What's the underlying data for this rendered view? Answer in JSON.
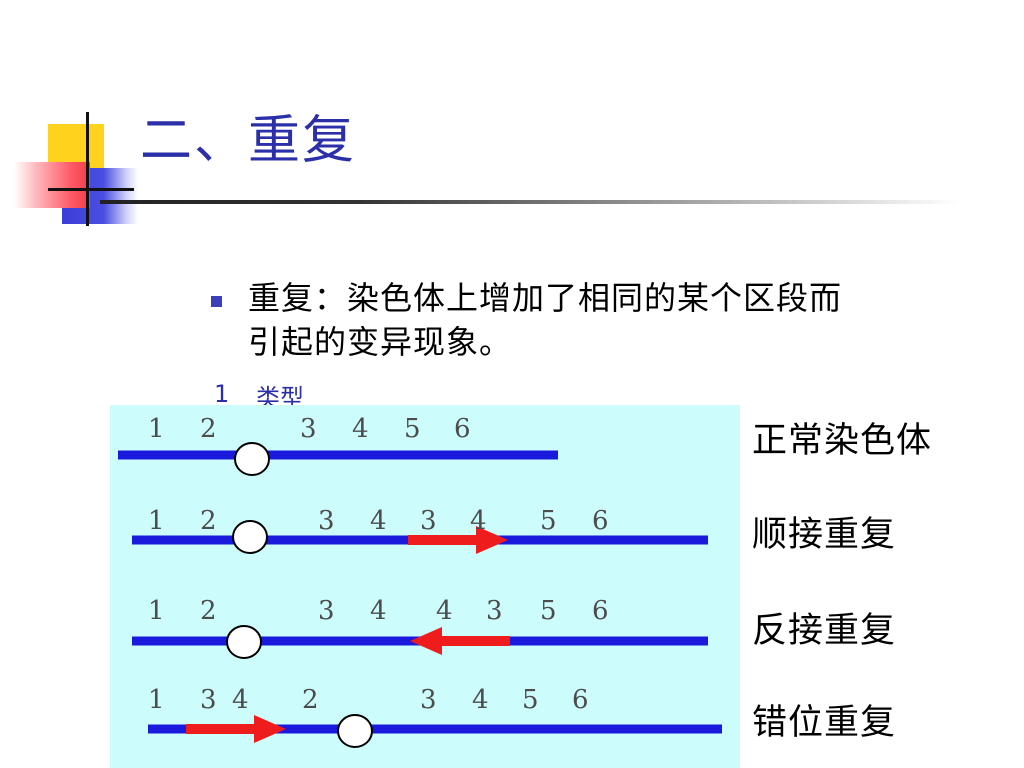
{
  "slide": {
    "title": "二、重复",
    "bullet": {
      "line1": "重复：染色体上增加了相同的某个区段而",
      "line2": "引起的变异现象。"
    },
    "subheading": {
      "number": "1",
      "text": "类型"
    }
  },
  "diagram": {
    "rows": [
      {
        "label": "正常染色体",
        "numbers": [
          "1",
          "2",
          "3",
          "4",
          "5",
          "6"
        ],
        "arrow": "none"
      },
      {
        "label": "顺接重复",
        "numbers": [
          "1",
          "2",
          "3",
          "4",
          "3",
          "4",
          "5",
          "6"
        ],
        "arrow": "right"
      },
      {
        "label": "反接重复",
        "numbers": [
          "1",
          "2",
          "3",
          "4",
          "4",
          "3",
          "5",
          "6"
        ],
        "arrow": "left"
      },
      {
        "label": "错位重复",
        "numbers": [
          "1",
          "3",
          "4",
          "2",
          "3",
          "4",
          "5",
          "6"
        ],
        "arrow": "right"
      }
    ]
  },
  "colors": {
    "title": "#2b2fa8",
    "chromosome": "#1a1adc",
    "arrow": "#ee1c1c",
    "diagram_background": "#ccfcfc"
  }
}
